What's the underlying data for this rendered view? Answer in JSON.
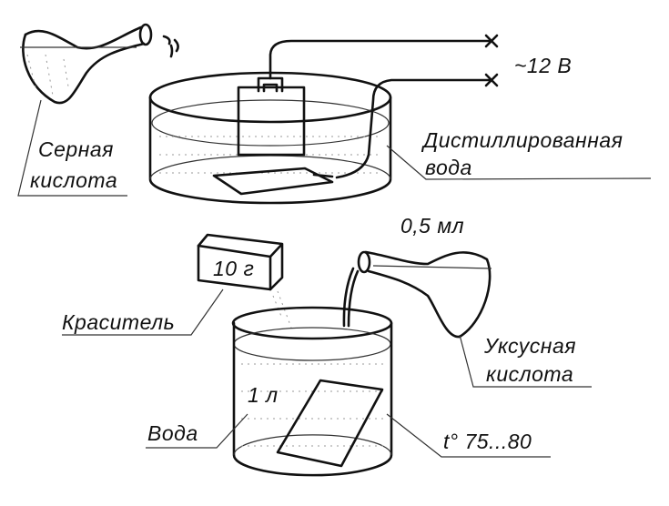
{
  "labels": {
    "sulfuric_acid_line1": "Серная",
    "sulfuric_acid_line2": "кислота",
    "voltage": "~12 В",
    "distilled_water_line1": "Дистиллированная",
    "distilled_water_line2": "вода",
    "acetic_volume": "0,5 мл",
    "dye_amount": "10 г",
    "dye": "Краситель",
    "acetic_acid_line1": "Уксусная",
    "acetic_acid_line2": "кислота",
    "water_volume": "1 л",
    "water": "Вода",
    "temperature": "t° 75...80"
  },
  "colors": {
    "ink": "#111111",
    "background": "#ffffff"
  }
}
